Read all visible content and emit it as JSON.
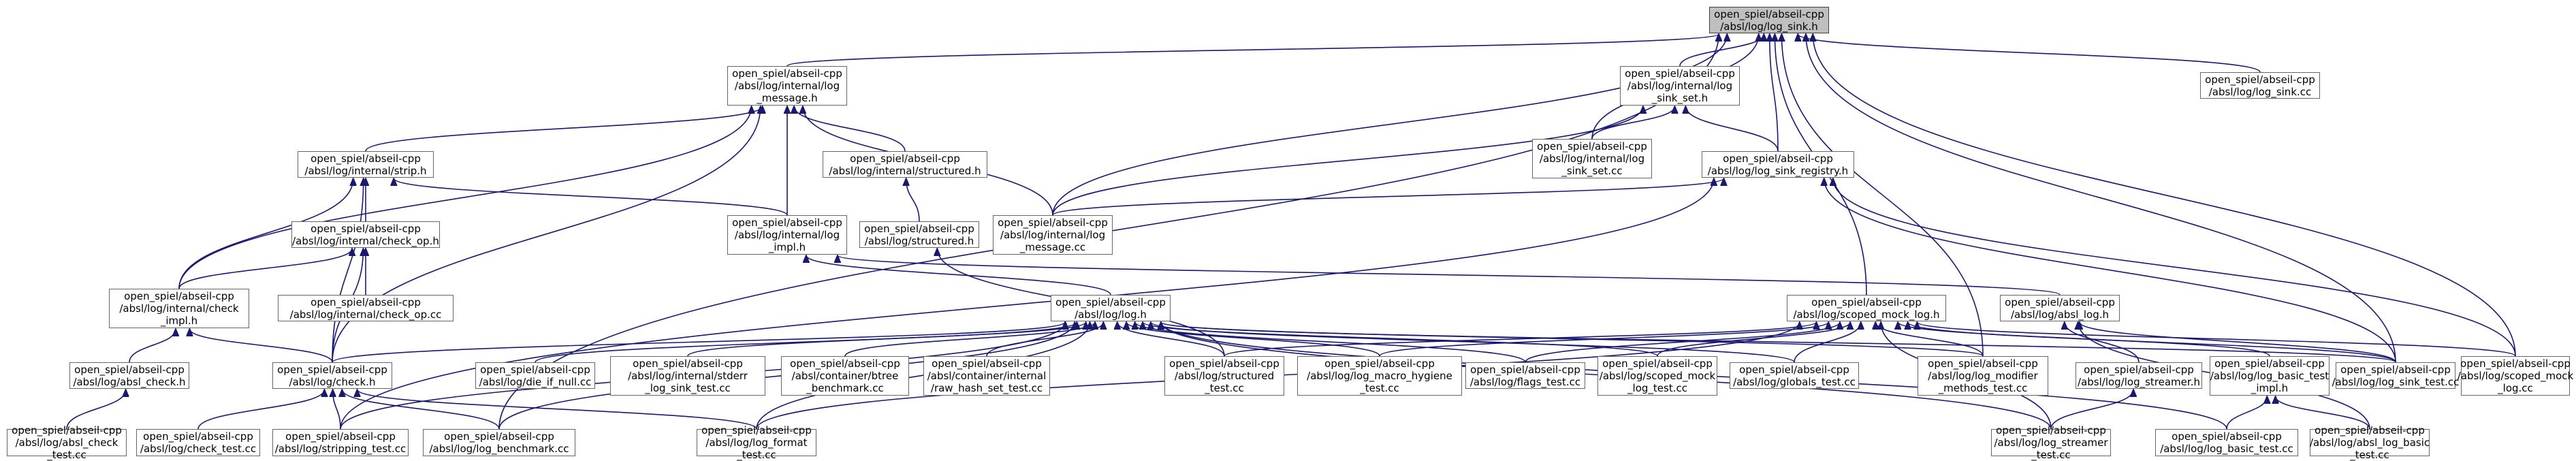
{
  "colors": {
    "edge": "#191970",
    "node_border": "#666666",
    "root_fill": "#bfbfbf"
  },
  "nodes": [
    {
      "id": "log_sink_h",
      "lines": [
        "open_spiel/abseil-cpp",
        "/absl/log/log_sink.h"
      ],
      "root": true
    },
    {
      "id": "internal_log_message_h",
      "lines": [
        "open_spiel/abseil-cpp",
        "/absl/log/internal/log",
        "_message.h"
      ]
    },
    {
      "id": "internal_log_sink_set_h",
      "lines": [
        "open_spiel/abseil-cpp",
        "/absl/log/internal/log",
        "_sink_set.h"
      ]
    },
    {
      "id": "log_sink_cc",
      "lines": [
        "open_spiel/abseil-cpp",
        "/absl/log/log_sink.cc"
      ]
    },
    {
      "id": "internal_strip_h",
      "lines": [
        "open_spiel/abseil-cpp",
        "/absl/log/internal/strip.h"
      ]
    },
    {
      "id": "internal_structured_h",
      "lines": [
        "open_spiel/abseil-cpp",
        "/absl/log/internal/structured.h"
      ]
    },
    {
      "id": "internal_log_sink_set_cc",
      "lines": [
        "open_spiel/abseil-cpp",
        "/absl/log/internal/log",
        "_sink_set.cc"
      ]
    },
    {
      "id": "log_sink_registry_h",
      "lines": [
        "open_spiel/abseil-cpp",
        "/absl/log/log_sink_registry.h"
      ]
    },
    {
      "id": "internal_check_op_h",
      "lines": [
        "open_spiel/abseil-cpp",
        "/absl/log/internal/check_op.h"
      ]
    },
    {
      "id": "internal_log_impl_h",
      "lines": [
        "open_spiel/abseil-cpp",
        "/absl/log/internal/log",
        "_impl.h"
      ]
    },
    {
      "id": "structured_h",
      "lines": [
        "open_spiel/abseil-cpp",
        "/absl/log/structured.h"
      ]
    },
    {
      "id": "internal_log_message_cc",
      "lines": [
        "open_spiel/abseil-cpp",
        "/absl/log/internal/log",
        "_message.cc"
      ]
    },
    {
      "id": "internal_check_impl_h",
      "lines": [
        "open_spiel/abseil-cpp",
        "/absl/log/internal/check",
        "_impl.h"
      ]
    },
    {
      "id": "internal_check_op_cc",
      "lines": [
        "open_spiel/abseil-cpp",
        "/absl/log/internal/check_op.cc"
      ]
    },
    {
      "id": "log_h",
      "lines": [
        "open_spiel/abseil-cpp",
        "/absl/log/log.h"
      ]
    },
    {
      "id": "scoped_mock_log_h",
      "lines": [
        "open_spiel/abseil-cpp",
        "/absl/log/scoped_mock_log.h"
      ]
    },
    {
      "id": "absl_log_h",
      "lines": [
        "open_spiel/abseil-cpp",
        "/absl/log/absl_log.h"
      ]
    },
    {
      "id": "absl_check_h",
      "lines": [
        "open_spiel/abseil-cpp",
        "/absl/log/absl_check.h"
      ]
    },
    {
      "id": "check_h",
      "lines": [
        "open_spiel/abseil-cpp",
        "/absl/log/check.h"
      ]
    },
    {
      "id": "die_if_null_cc",
      "lines": [
        "open_spiel/abseil-cpp",
        "/absl/log/die_if_null.cc"
      ]
    },
    {
      "id": "internal_stderr_log_sink_test_cc",
      "lines": [
        "open_spiel/abseil-cpp",
        "/absl/log/internal/stderr",
        "_log_sink_test.cc"
      ]
    },
    {
      "id": "container_btree_benchmark_cc",
      "lines": [
        "open_spiel/abseil-cpp",
        "/absl/container/btree",
        "_benchmark.cc"
      ]
    },
    {
      "id": "container_raw_hash_set_test_cc",
      "lines": [
        "open_spiel/abseil-cpp",
        "/absl/container/internal",
        "/raw_hash_set_test.cc"
      ]
    },
    {
      "id": "log_structured_test_cc",
      "lines": [
        "open_spiel/abseil-cpp",
        "/absl/log/structured",
        "_test.cc"
      ]
    },
    {
      "id": "log_macro_hygiene_test_cc",
      "lines": [
        "open_spiel/abseil-cpp",
        "/absl/log/log_macro_hygiene",
        "_test.cc"
      ]
    },
    {
      "id": "flags_test_cc",
      "lines": [
        "open_spiel/abseil-cpp",
        "/absl/log/flags_test.cc"
      ]
    },
    {
      "id": "scoped_mock_log_test_cc",
      "lines": [
        "open_spiel/abseil-cpp",
        "/absl/log/scoped_mock",
        "_log_test.cc"
      ]
    },
    {
      "id": "globals_test_cc",
      "lines": [
        "open_spiel/abseil-cpp",
        "/absl/log/globals_test.cc"
      ]
    },
    {
      "id": "log_modifier_methods_test_cc",
      "lines": [
        "open_spiel/abseil-cpp",
        "/absl/log/log_modifier",
        "_methods_test.cc"
      ]
    },
    {
      "id": "log_streamer_h",
      "lines": [
        "open_spiel/abseil-cpp",
        "/absl/log/log_streamer.h"
      ]
    },
    {
      "id": "log_basic_test_impl_h",
      "lines": [
        "open_spiel/abseil-cpp",
        "/absl/log/log_basic_test",
        "_impl.h"
      ]
    },
    {
      "id": "log_sink_test_cc",
      "lines": [
        "open_spiel/abseil-cpp",
        "/absl/log/log_sink_test.cc"
      ]
    },
    {
      "id": "scoped_mock_log_cc",
      "lines": [
        "open_spiel/abseil-cpp",
        "/absl/log/scoped_mock",
        "_log.cc"
      ]
    },
    {
      "id": "absl_check_test_cc",
      "lines": [
        "open_spiel/abseil-cpp",
        "/absl/log/absl_check",
        "_test.cc"
      ]
    },
    {
      "id": "check_test_cc",
      "lines": [
        "open_spiel/abseil-cpp",
        "/absl/log/check_test.cc"
      ]
    },
    {
      "id": "stripping_test_cc",
      "lines": [
        "open_spiel/abseil-cpp",
        "/absl/log/stripping_test.cc"
      ]
    },
    {
      "id": "log_benchmark_cc",
      "lines": [
        "open_spiel/abseil-cpp",
        "/absl/log/log_benchmark.cc"
      ]
    },
    {
      "id": "log_format_test_cc",
      "lines": [
        "open_spiel/abseil-cpp",
        "/absl/log/log_format",
        "_test.cc"
      ]
    },
    {
      "id": "log_streamer_test_cc",
      "lines": [
        "open_spiel/abseil-cpp",
        "/absl/log/log_streamer",
        "_test.cc"
      ]
    },
    {
      "id": "log_basic_test_cc",
      "lines": [
        "open_spiel/abseil-cpp",
        "/absl/log/log_basic_test.cc"
      ]
    },
    {
      "id": "absl_log_basic_test_cc",
      "lines": [
        "open_spiel/abseil-cpp",
        "/absl/log/absl_log_basic",
        "_test.cc"
      ]
    }
  ],
  "edges": [
    [
      "internal_log_message_h",
      "log_sink_h"
    ],
    [
      "internal_log_sink_set_h",
      "log_sink_h"
    ],
    [
      "log_sink_cc",
      "log_sink_h"
    ],
    [
      "internal_log_sink_set_cc",
      "log_sink_h"
    ],
    [
      "log_sink_registry_h",
      "log_sink_h"
    ],
    [
      "internal_log_message_cc",
      "log_sink_h"
    ],
    [
      "scoped_mock_log_h",
      "log_sink_h"
    ],
    [
      "log_sink_test_cc",
      "log_sink_h"
    ],
    [
      "scoped_mock_log_cc",
      "log_sink_h"
    ],
    [
      "log_modifier_methods_test_cc",
      "log_sink_h"
    ],
    [
      "log_benchmark_cc",
      "log_sink_h"
    ],
    [
      "internal_strip_h",
      "internal_log_message_h"
    ],
    [
      "internal_structured_h",
      "internal_log_message_h"
    ],
    [
      "internal_log_impl_h",
      "internal_log_message_h"
    ],
    [
      "internal_log_message_cc",
      "internal_log_message_h"
    ],
    [
      "internal_check_impl_h",
      "internal_log_message_h"
    ],
    [
      "check_h",
      "internal_log_message_h"
    ],
    [
      "internal_log_sink_set_cc",
      "internal_log_sink_set_h"
    ],
    [
      "log_sink_registry_h",
      "internal_log_sink_set_h"
    ],
    [
      "internal_log_message_cc",
      "internal_log_sink_set_h"
    ],
    [
      "internal_check_op_h",
      "internal_strip_h"
    ],
    [
      "internal_check_impl_h",
      "internal_strip_h"
    ],
    [
      "internal_log_impl_h",
      "internal_strip_h"
    ],
    [
      "check_h",
      "internal_strip_h"
    ],
    [
      "structured_h",
      "internal_structured_h"
    ],
    [
      "internal_log_message_cc",
      "log_sink_registry_h"
    ],
    [
      "log_sink_test_cc",
      "log_sink_registry_h"
    ],
    [
      "scoped_mock_log_cc",
      "log_sink_registry_h"
    ],
    [
      "stripping_test_cc",
      "log_sink_registry_h"
    ],
    [
      "internal_check_impl_h",
      "internal_check_op_h"
    ],
    [
      "internal_check_op_cc",
      "internal_check_op_h"
    ],
    [
      "check_h",
      "internal_check_op_h"
    ],
    [
      "log_h",
      "internal_log_impl_h"
    ],
    [
      "absl_log_h",
      "internal_log_impl_h"
    ],
    [
      "log_structured_test_cc",
      "structured_h"
    ],
    [
      "absl_check_h",
      "internal_check_impl_h"
    ],
    [
      "check_h",
      "internal_check_impl_h"
    ],
    [
      "check_h",
      "log_h"
    ],
    [
      "die_if_null_cc",
      "log_h"
    ],
    [
      "internal_stderr_log_sink_test_cc",
      "log_h"
    ],
    [
      "container_btree_benchmark_cc",
      "log_h"
    ],
    [
      "container_raw_hash_set_test_cc",
      "log_h"
    ],
    [
      "log_structured_test_cc",
      "log_h"
    ],
    [
      "log_macro_hygiene_test_cc",
      "log_h"
    ],
    [
      "flags_test_cc",
      "log_h"
    ],
    [
      "scoped_mock_log_test_cc",
      "log_h"
    ],
    [
      "globals_test_cc",
      "log_h"
    ],
    [
      "log_modifier_methods_test_cc",
      "log_h"
    ],
    [
      "log_sink_test_cc",
      "log_h"
    ],
    [
      "log_benchmark_cc",
      "log_h"
    ],
    [
      "log_format_test_cc",
      "log_h"
    ],
    [
      "log_streamer_test_cc",
      "log_h"
    ],
    [
      "log_basic_test_cc",
      "log_h"
    ],
    [
      "stripping_test_cc",
      "log_h"
    ],
    [
      "log_structured_test_cc",
      "scoped_mock_log_h"
    ],
    [
      "log_macro_hygiene_test_cc",
      "scoped_mock_log_h"
    ],
    [
      "flags_test_cc",
      "scoped_mock_log_h"
    ],
    [
      "scoped_mock_log_test_cc",
      "scoped_mock_log_h"
    ],
    [
      "globals_test_cc",
      "scoped_mock_log_h"
    ],
    [
      "log_modifier_methods_test_cc",
      "scoped_mock_log_h"
    ],
    [
      "log_basic_test_impl_h",
      "scoped_mock_log_h"
    ],
    [
      "log_sink_test_cc",
      "scoped_mock_log_h"
    ],
    [
      "scoped_mock_log_cc",
      "scoped_mock_log_h"
    ],
    [
      "log_streamer_test_cc",
      "scoped_mock_log_h"
    ],
    [
      "log_format_test_cc",
      "scoped_mock_log_h"
    ],
    [
      "log_streamer_h",
      "absl_log_h"
    ],
    [
      "absl_log_basic_test_cc",
      "absl_log_h"
    ],
    [
      "log_sink_test_cc",
      "absl_log_h"
    ],
    [
      "absl_check_test_cc",
      "absl_check_h"
    ],
    [
      "check_test_cc",
      "check_h"
    ],
    [
      "stripping_test_cc",
      "check_h"
    ],
    [
      "log_benchmark_cc",
      "check_h"
    ],
    [
      "log_format_test_cc",
      "check_h"
    ],
    [
      "log_streamer_test_cc",
      "log_streamer_h"
    ],
    [
      "log_basic_test_cc",
      "log_basic_test_impl_h"
    ],
    [
      "absl_log_basic_test_cc",
      "log_basic_test_impl_h"
    ]
  ]
}
